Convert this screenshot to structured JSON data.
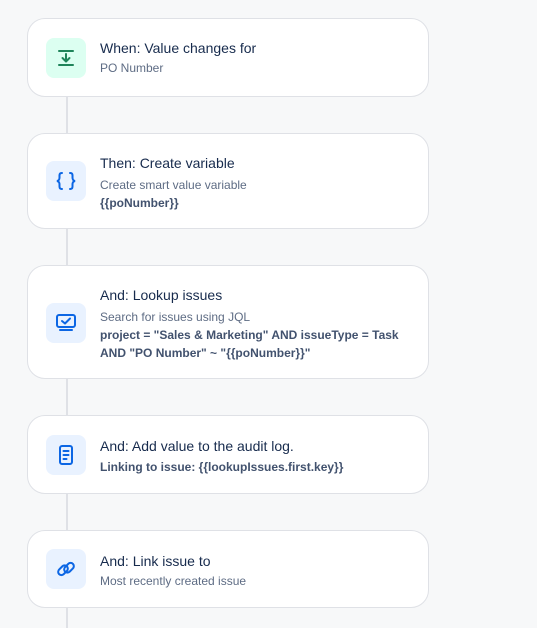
{
  "steps": [
    {
      "title": "When: Value changes for",
      "subtitle": "PO Number",
      "icon": "field-change-icon"
    },
    {
      "title": "Then: Create variable",
      "subtitle": "Create smart value variable",
      "detail": "{{poNumber}}",
      "icon": "curly-braces-icon"
    },
    {
      "title": "And: Lookup issues",
      "subtitle": "Search for issues using JQL",
      "detail_line1": "project = \"Sales & Marketing\" AND issueType = Task",
      "detail_line2": "AND \"PO Number\" ~ \"{{poNumber}}\"",
      "icon": "monitor-search-icon"
    },
    {
      "title": "And: Add value to the audit log.",
      "detail": "Linking to issue: {{lookupIssues.first.key}}",
      "icon": "document-icon"
    },
    {
      "title": "And: Link issue to",
      "subtitle": "Most recently created issue",
      "icon": "link-icon"
    }
  ],
  "colors": {
    "trigger_icon": "#1f845a",
    "action_icon": "#0c66e4"
  }
}
